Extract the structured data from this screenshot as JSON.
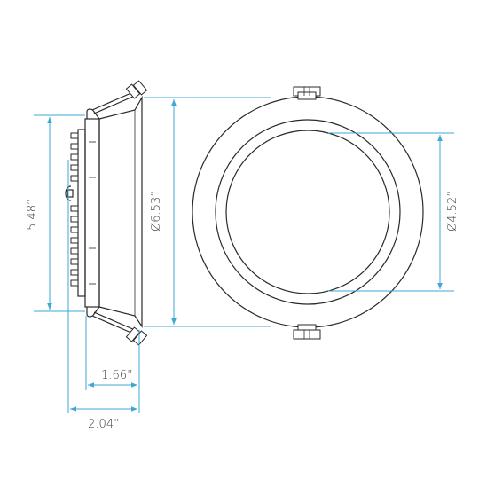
{
  "colors": {
    "dimension": "#3fa7d6",
    "outline": "#2a2a2a",
    "text": "#3a3a3a",
    "background": "#ffffff"
  },
  "dimensions": {
    "height_left": "5.48”",
    "outer_diameter": "Ø6.53”",
    "inner_diameter": "Ø4.52”",
    "depth_body": "1.66”",
    "depth_total": "2.04”"
  }
}
